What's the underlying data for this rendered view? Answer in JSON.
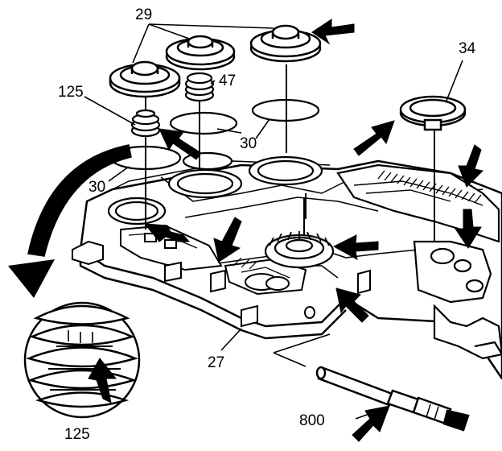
{
  "diagram": {
    "colors": {
      "ink": "#000000",
      "paper": "#ffffff",
      "shade": "#bdbdbd"
    },
    "callouts": [
      {
        "id": "c29",
        "text": "29"
      },
      {
        "id": "c125a",
        "text": "125"
      },
      {
        "id": "c47",
        "text": "47"
      },
      {
        "id": "c34",
        "text": "34"
      },
      {
        "id": "c30a",
        "text": "30"
      },
      {
        "id": "c30b",
        "text": "30"
      },
      {
        "id": "c27",
        "text": "27"
      },
      {
        "id": "c125b",
        "text": "125"
      },
      {
        "id": "c800",
        "text": "800"
      }
    ]
  }
}
